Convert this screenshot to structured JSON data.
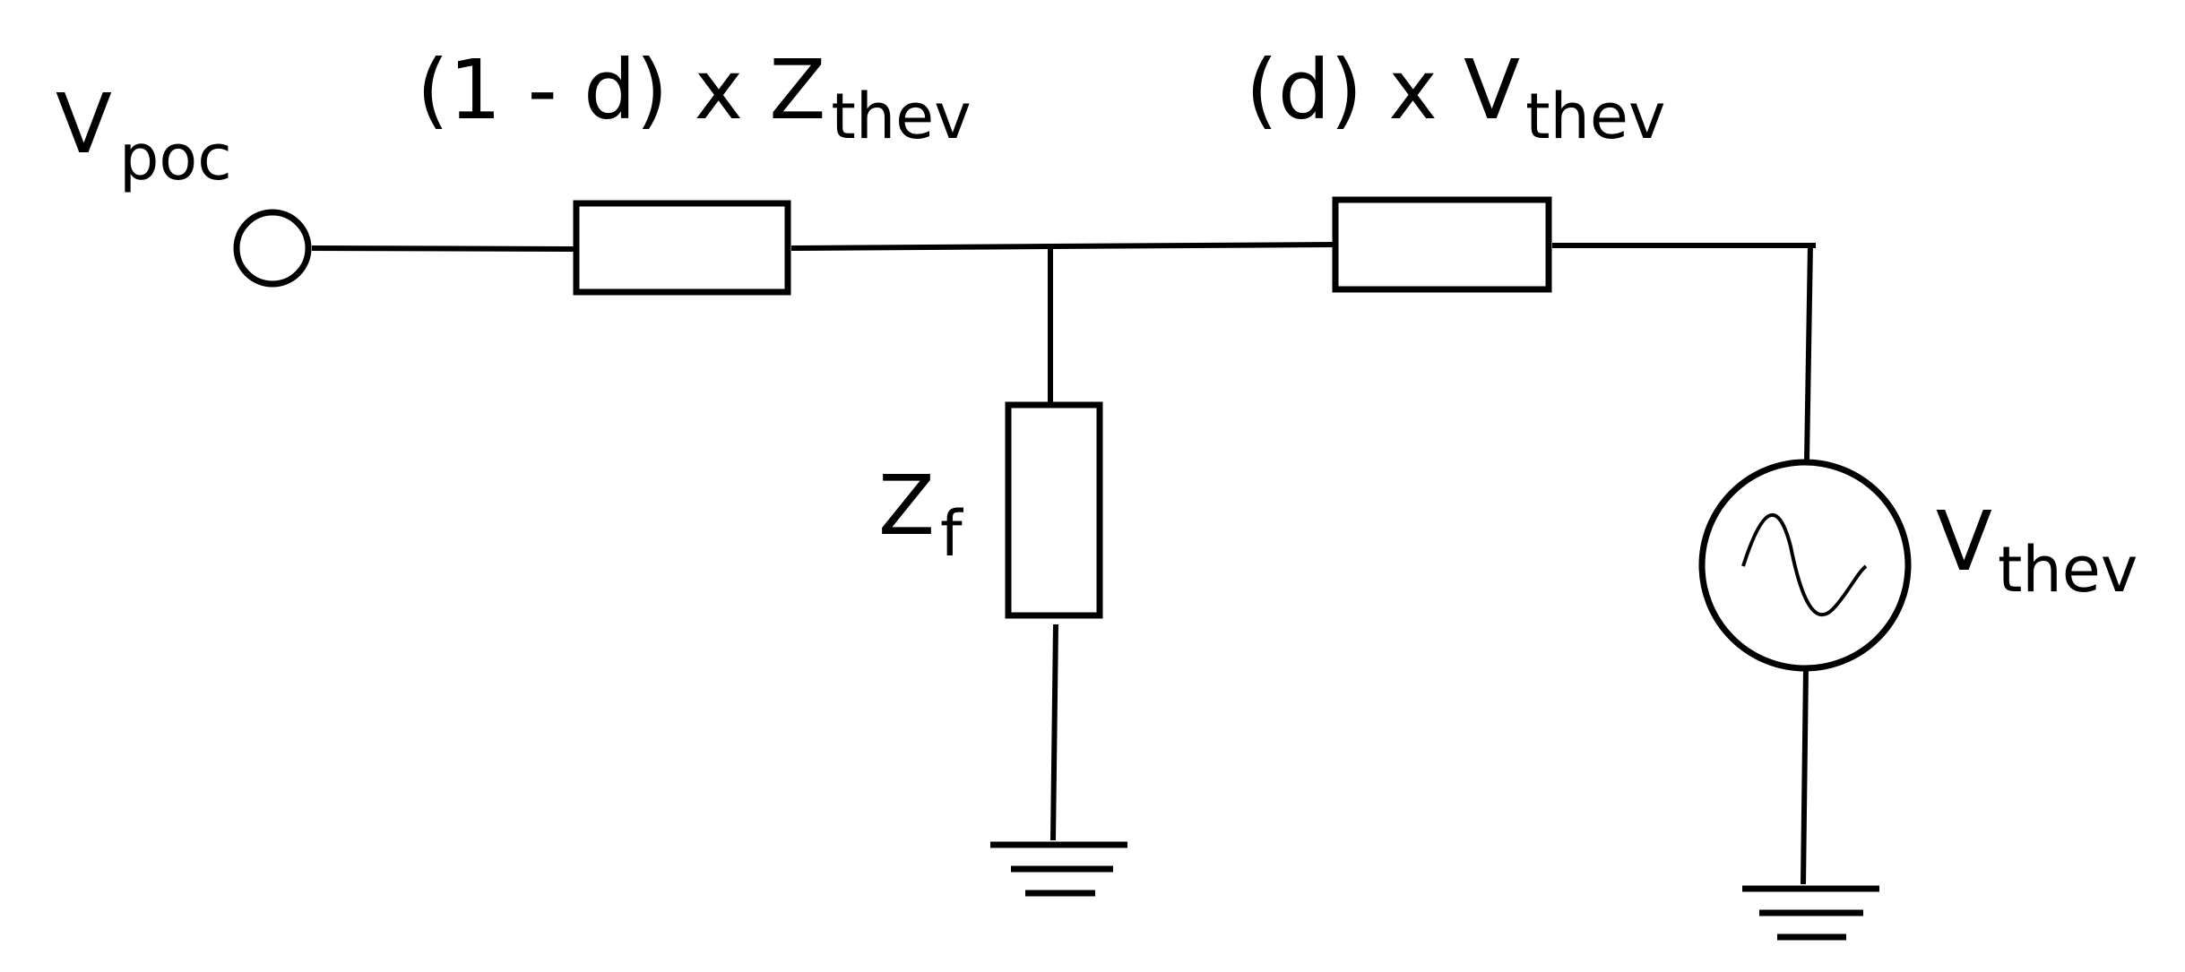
{
  "colors": {
    "ink": "#000000",
    "background": "#ffffff"
  },
  "labels": {
    "vpoc": {
      "main": "V",
      "sub": "poc"
    },
    "series_impedance": {
      "main": "(1 - d) x Z",
      "sub": "thev"
    },
    "series_source": {
      "main": "(d) x V",
      "sub": "thev"
    },
    "fault_impedance": {
      "main": "Z",
      "sub": "f"
    },
    "thevenin_source": {
      "main": "V",
      "sub": "thev"
    }
  },
  "components": {
    "terminal": "open-circle-terminal",
    "resistor_1": "impedance-box",
    "resistor_2": "impedance-box",
    "resistor_fault": "impedance-box",
    "ac_source": "sine-wave-icon",
    "ground_1": "ground-icon",
    "ground_2": "ground-icon"
  }
}
